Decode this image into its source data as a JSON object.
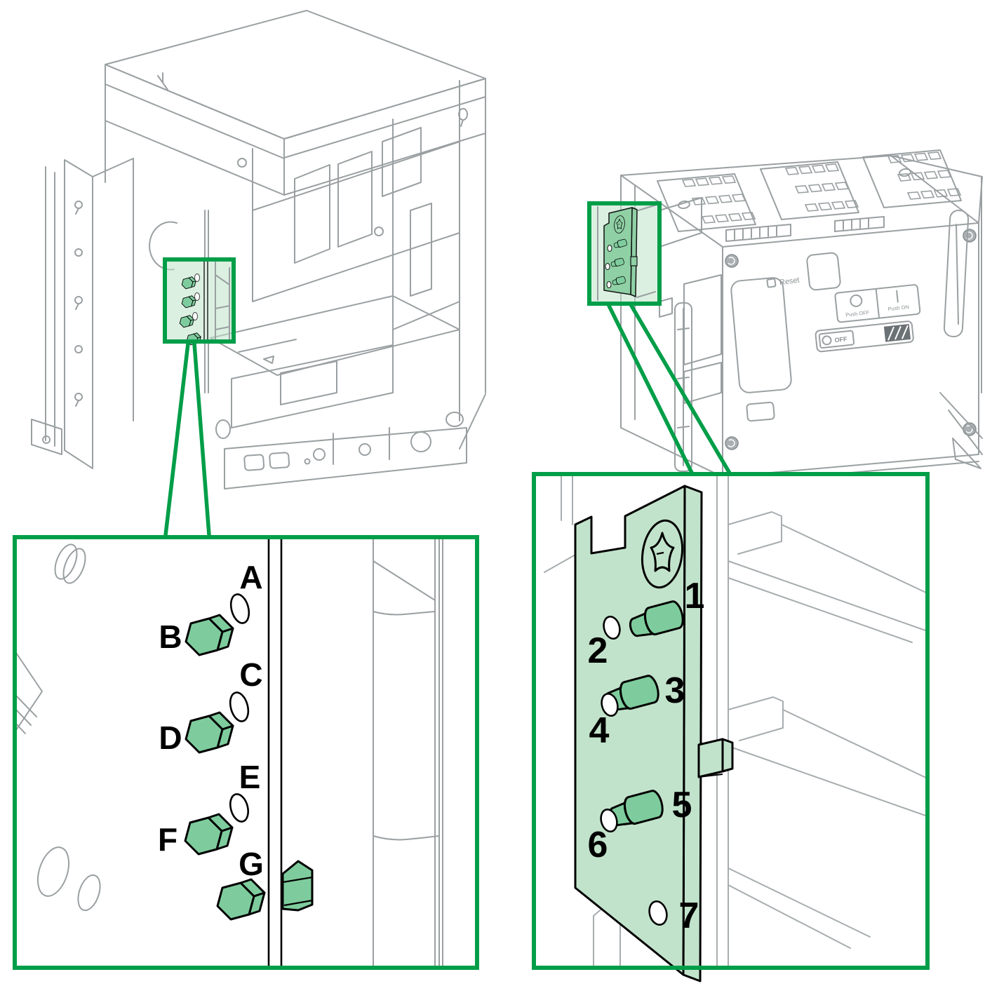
{
  "palette": {
    "callout_green": "#009e48",
    "highlight_fill": "#bfe3cb",
    "part_green": "#7ecc9d",
    "panel_green": "#c2e3cb",
    "line_gray": "#9aa0a2",
    "label_black": "#000000"
  },
  "breaker": {
    "reset": "Reset",
    "push_off": "Push OFF",
    "push_on": "Push ON",
    "off_indicator": "OFF"
  },
  "detail_left": {
    "labels": [
      "A",
      "B",
      "C",
      "D",
      "E",
      "F",
      "G"
    ]
  },
  "detail_right": {
    "labels": [
      "1",
      "2",
      "3",
      "4",
      "5",
      "6",
      "7"
    ]
  }
}
